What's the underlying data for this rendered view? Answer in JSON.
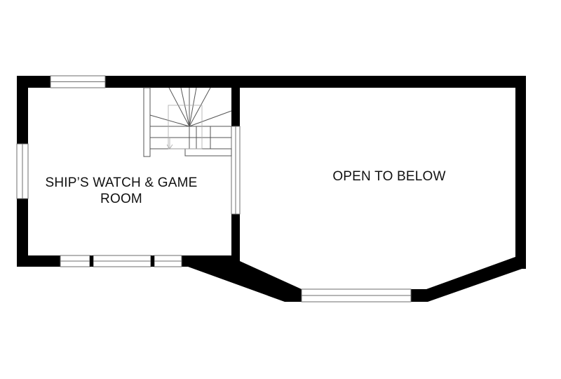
{
  "rooms": {
    "ships_watch": {
      "line1": "SHIP’S WATCH & GAME",
      "line2": "ROOM"
    },
    "open_below": {
      "label": "OPEN TO BELOW"
    }
  },
  "colors": {
    "wall": "#000000",
    "window_frame": "#6e6e6e",
    "stair_line": "#8a8a8a",
    "background": "#ffffff"
  },
  "icons": [
    "staircase-icon"
  ]
}
